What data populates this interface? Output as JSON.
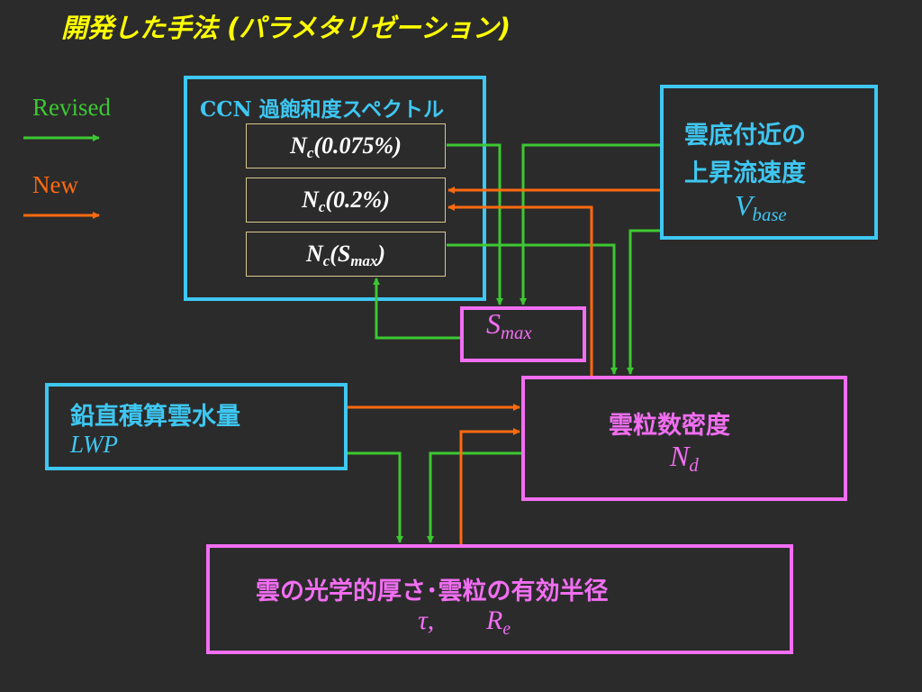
{
  "title": "開発した手法 (パラメタリゼーション)",
  "legend": {
    "revised_label": "Revised",
    "new_label": "New",
    "revised_color": "#3cc832",
    "new_color": "#ff6a10"
  },
  "ccn_box": {
    "heading": "CCN 過飽和度スペクトル",
    "items": [
      {
        "main": "N",
        "sub": "c",
        "arg": "(0.075%)"
      },
      {
        "main": "N",
        "sub": "c",
        "arg": "(0.2%)"
      },
      {
        "main": "N",
        "sub": "c",
        "arg_open": "(",
        "arg_main": "S",
        "arg_sub": "max",
        "arg_close": ")"
      }
    ]
  },
  "vbase_box": {
    "line1": "雲底付近の",
    "line2": "上昇流速度",
    "symbol": "V",
    "symbol_sub": "base"
  },
  "smax_box": {
    "symbol": "S",
    "symbol_sub": "max"
  },
  "lwp_box": {
    "label": "鉛直積算雲水量",
    "symbol": "LWP"
  },
  "nd_box": {
    "label": "雲粒数密度",
    "symbol": "N",
    "symbol_sub": "d"
  },
  "output_box": {
    "label": "雲の光学的厚さ･雲粒の有効半径",
    "tau": "τ,",
    "re": "R",
    "re_sub": "e"
  },
  "colors": {
    "cyan": "#3ec7f2",
    "pink": "#f26ef2",
    "title": "#ffff00",
    "background": "#2b2b2b"
  }
}
